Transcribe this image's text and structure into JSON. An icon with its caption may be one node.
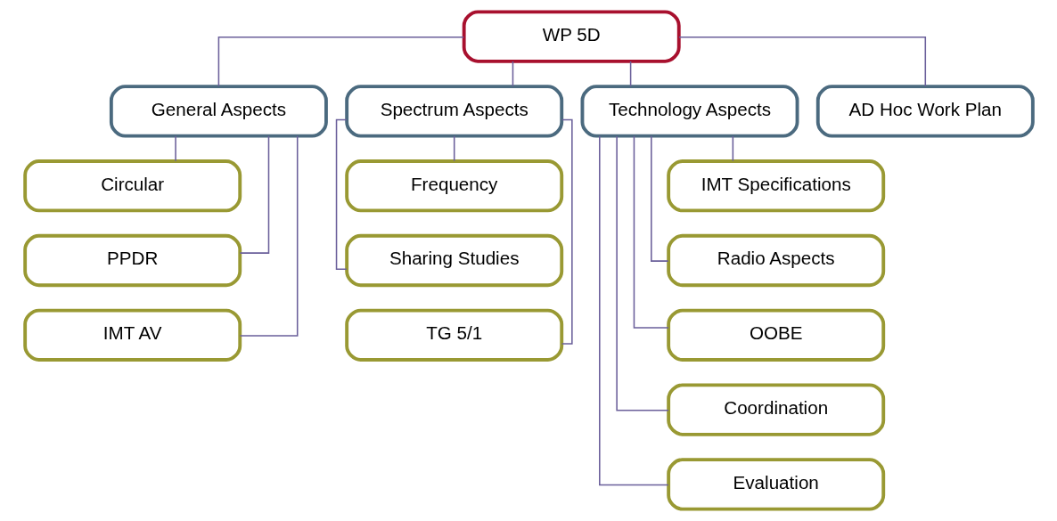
{
  "diagram": {
    "nodes": [
      {
        "text": [
          "WP 5D"
        ]
      },
      {
        "text": [
          "General Aspects"
        ]
      },
      {
        "text": [
          "Spectrum Aspects"
        ]
      },
      {
        "text": [
          "Technology Aspects"
        ]
      },
      {
        "text": [
          "AD Hoc Work Plan"
        ]
      },
      {
        "text": [
          "Circular"
        ]
      },
      {
        "text": [
          "PPDR"
        ]
      },
      {
        "text": [
          "IMT AV"
        ]
      },
      {
        "text": [
          "Frequency"
        ]
      },
      {
        "text": [
          "Sharing Studies"
        ]
      },
      {
        "text": [
          "TG 5/1"
        ]
      },
      {
        "text": [
          "IMT Specifications"
        ]
      },
      {
        "text": [
          "Radio Aspects"
        ]
      },
      {
        "text": [
          "OOBE"
        ]
      },
      {
        "text": [
          "Coordination"
        ]
      },
      {
        "text": [
          "Evaluation"
        ]
      }
    ],
    "edges": [
      {
        "from": 0,
        "to": 1,
        "arrow": "none"
      },
      {
        "from": 0,
        "to": 2,
        "arrow": "none"
      },
      {
        "from": 0,
        "to": 3,
        "arrow": "none"
      },
      {
        "from": 0,
        "to": 4,
        "arrow": "none"
      },
      {
        "from": 1,
        "to": 5,
        "arrow": "none"
      },
      {
        "from": 1,
        "to": 6,
        "arrow": "none"
      },
      {
        "from": 1,
        "to": 7,
        "arrow": "none"
      },
      {
        "from": 2,
        "to": 8,
        "arrow": "none"
      },
      {
        "from": 2,
        "to": 9,
        "arrow": "none"
      },
      {
        "from": 2,
        "to": 10,
        "arrow": "none"
      },
      {
        "from": 3,
        "to": 11,
        "arrow": "none"
      },
      {
        "from": 3,
        "to": 12,
        "arrow": "none"
      },
      {
        "from": 3,
        "to": 13,
        "arrow": "none"
      },
      {
        "from": 3,
        "to": 14,
        "arrow": "none"
      },
      {
        "from": 3,
        "to": 15,
        "arrow": "none"
      }
    ]
  }
}
